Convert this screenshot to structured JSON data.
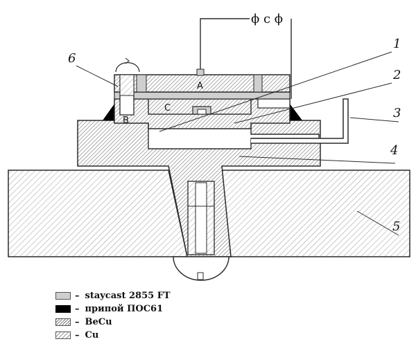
{
  "diagram": {
    "top_label": "ϕ c ϕ",
    "part_numbers": {
      "p1": "1",
      "p2": "2",
      "p3": "3",
      "p4": "4",
      "p5": "5",
      "p6": "6"
    },
    "region_labels": {
      "a": "A",
      "b": "B",
      "c": "C"
    }
  },
  "legend": {
    "dash": "–",
    "items": [
      {
        "name": "legend-stycast",
        "text": "staycast  2855  FT",
        "pattern": "stycast"
      },
      {
        "name": "legend-solder",
        "text": "припой ПОС61",
        "pattern": "solder"
      },
      {
        "name": "legend-becu",
        "text": "BeCu",
        "pattern": "becu"
      },
      {
        "name": "legend-cu",
        "text": "Cu",
        "pattern": "cu"
      }
    ]
  },
  "colors": {
    "outline": "#2a2a2a",
    "stycast": "#cfcfcf",
    "solder": "#000000",
    "hatch": "#8a8a8a"
  }
}
